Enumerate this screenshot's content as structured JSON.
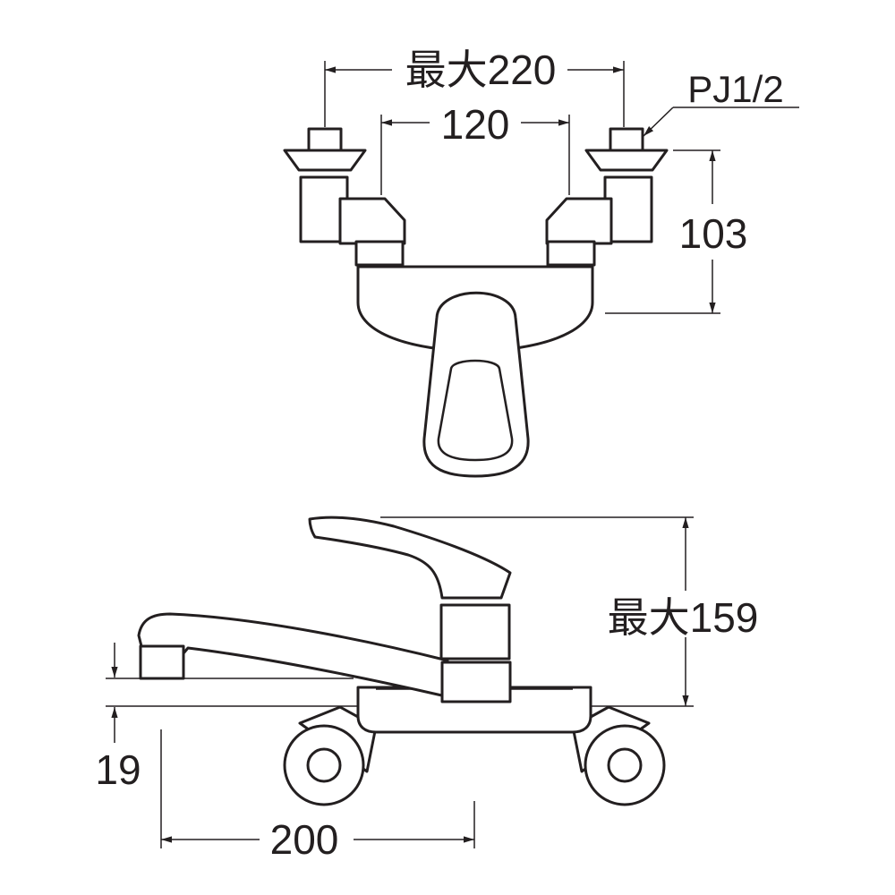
{
  "dimensions": {
    "max_width": "最大220",
    "center_spacing": "120",
    "thread": "PJ1/2",
    "top_height": "103",
    "max_height": "最大159",
    "spout_clearance": "19",
    "spout_reach": "200"
  },
  "colors": {
    "line": "#231f20",
    "fill": "#ffffff"
  }
}
